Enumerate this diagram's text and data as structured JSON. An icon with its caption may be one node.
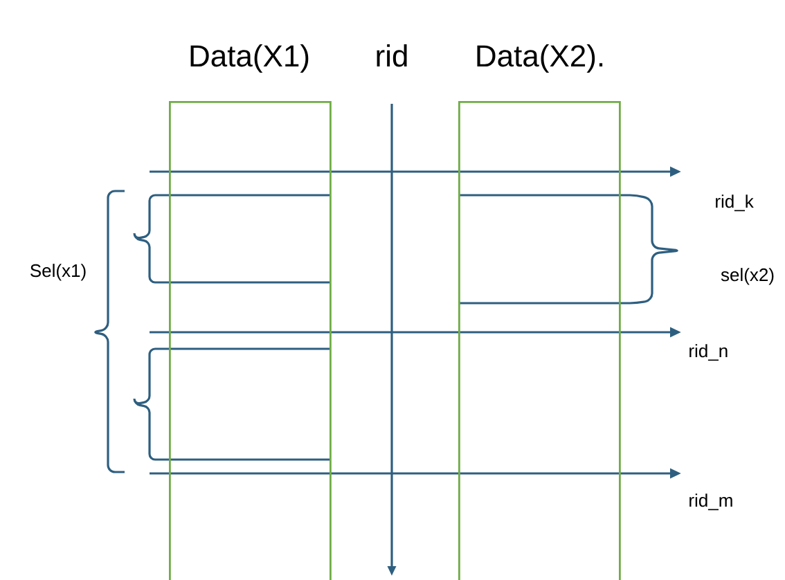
{
  "diagram": {
    "nodes": [
      {
        "text": [
          "Data(X1)"
        ]
      },
      {
        "text": [
          "Data(X2)."
        ]
      }
    ],
    "labels": [
      "rid",
      "rid_k",
      "Sel(x1)",
      "sel(x2)",
      "rid_n",
      "rid_m"
    ]
  }
}
